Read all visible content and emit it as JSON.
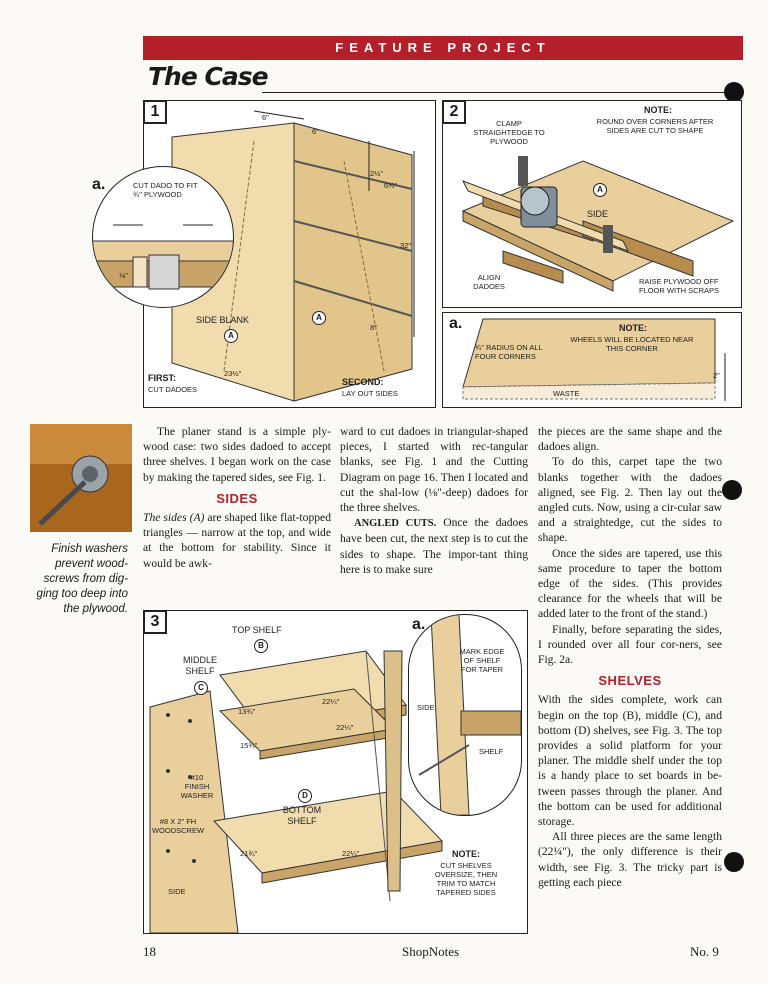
{
  "header": {
    "banner": "FEATURE PROJECT",
    "title": "The Case"
  },
  "figure1": {
    "number": "1",
    "detail_letter": "a.",
    "detail_label": "CUT DADO TO FIT ¾\" PLYWOOD",
    "side_blank": "SIDE BLANK",
    "part_a": "A",
    "first_title": "FIRST:",
    "first_text": "CUT DADOES",
    "second_title": "SECOND:",
    "second_text": "LAY OUT SIDES",
    "dim_6a": "6\"",
    "dim_6b": "6\"",
    "dim_2_5": "2½\"",
    "dim_6_75": "6¾\"",
    "dim_32": "32\"",
    "dim_8": "8\"",
    "dim_23_5": "23½\"",
    "dim_1_8": "⅛\""
  },
  "figure2": {
    "number": "2",
    "clamp": "CLAMP STRAIGHTEDGE TO PLYWOOD",
    "note_title": "NOTE:",
    "note_text": "ROUND OVER CORNERS AFTER SIDES ARE CUT TO SHAPE",
    "side": "SIDE",
    "part_a": "A",
    "align": "ALIGN DADOES",
    "raise": "RAISE PLYWOOD OFF FLOOR WITH SCRAPS",
    "detail_letter": "a.",
    "detail_note_title": "NOTE:",
    "detail_note_text": "WHEELS WILL BE LOCATED NEAR THIS CORNER",
    "radius": "¾\" RADIUS ON ALL FOUR CORNERS",
    "waste": "WASTE",
    "dim_2": "2\""
  },
  "figure3": {
    "number": "3",
    "top_shelf": "TOP SHELF",
    "b": "B",
    "middle_shelf": "MIDDLE SHELF",
    "c": "C",
    "d": "D",
    "bottom_shelf": "BOTTOM SHELF",
    "washer": "#10 FINISH WASHER",
    "screw": "#8 x 2\" Fh WOODSCREW",
    "side": "SIDE",
    "dim_22_25a": "22¼\"",
    "dim_22_25b": "22¼\"",
    "dim_22_25c": "22¼\"",
    "dim_13_75": "13¾\"",
    "dim_15_75": "15¾\"",
    "dim_21_75": "21¾\"",
    "detail_letter": "a.",
    "mark": "MARK EDGE OF SHELF FOR TAPER",
    "detail_side": "SIDE",
    "detail_shelf": "SHELF",
    "note_title": "NOTE:",
    "note_text": "CUT SHELVES OVERSIZE, THEN TRIM TO MATCH TAPERED SIDES"
  },
  "sidebar": {
    "caption": "Finish washers prevent wood-screws from dig-ging too deep into the plywood."
  },
  "body": {
    "p1": "The planer stand is a simple ply-wood case: two sides dadoed to accept three shelves. I began work on the case by making the tapered sides, see Fig. 1.",
    "h_sides": "SIDES",
    "p2_lead": "The sides (A)",
    "p2": " are shaped like flat-topped triangles — narrow at the top, and wide at the bottom for stability. Since it would be awk-",
    "p3": "ward to cut dadoes in triangular-shaped pieces, I started with rec-tangular blanks, see Fig. 1 and the Cutting Diagram on page 16. Then I located and cut the shal-low (⅛\"-deep) dadoes for the three shelves.",
    "p4_lead": "ANGLED CUTS.",
    "p4": " Once the dadoes have been cut, the next step is to cut the sides to shape. The impor-tant thing here is to make sure",
    "p5": "the pieces are the same shape and the dadoes align.",
    "p6": "To do this, carpet tape the two blanks together with the dadoes aligned, see Fig. 2. Then lay out the angled cuts. Now, using a cir-cular saw and a straightedge, cut the sides to shape.",
    "p7": "Once the sides are tapered, use this same procedure to taper the bottom edge of the sides. (This provides clearance for the wheels that will be added later to the front of the stand.)",
    "p8": "Finally, before separating the sides, I rounded over all four cor-ners, see Fig. 2a.",
    "h_shelves": "SHELVES",
    "p9": "With the sides complete, work can begin on the top (B), middle (C), and bottom (D) shelves, see Fig. 3. The top provides a solid platform for your planer. The middle shelf under the top is a handy place to set boards in be-tween passes through the planer. And the bottom can be used for additional storage.",
    "p10": "All three pieces are the same length (22¼\"), the only difference is their width, see Fig. 3. The tricky part is getting each piece"
  },
  "footer": {
    "page": "18",
    "magazine": "ShopNotes",
    "issue": "No. 9"
  },
  "colors": {
    "accent": "#b3202a",
    "wood": "#e8cf9c",
    "wood_dark": "#c9a468"
  }
}
